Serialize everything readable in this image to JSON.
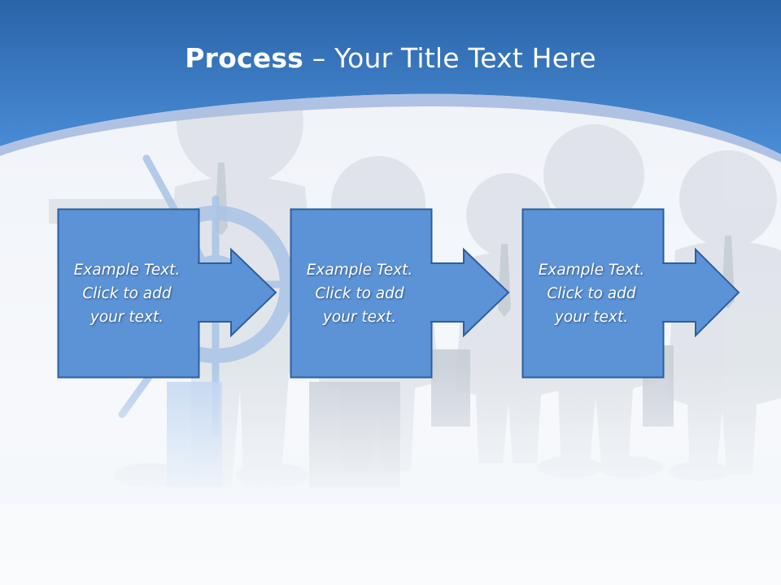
{
  "slide": {
    "title_bold": "Process",
    "title_rest": " – Your Title Text Here"
  },
  "colors": {
    "header_top": "#2a63a8",
    "header_bottom": "#4a8ed8",
    "box_fill": "#5b93d6",
    "box_border": "#2e5f9e",
    "background": "#f4f7fb"
  },
  "steps": [
    {
      "text": "Example Text.\nClick  to add\nyour text."
    },
    {
      "text": "Example Text.\nClick  to add\nyour text."
    },
    {
      "text": "Example Text.\nClick  to add\nyour text."
    }
  ]
}
